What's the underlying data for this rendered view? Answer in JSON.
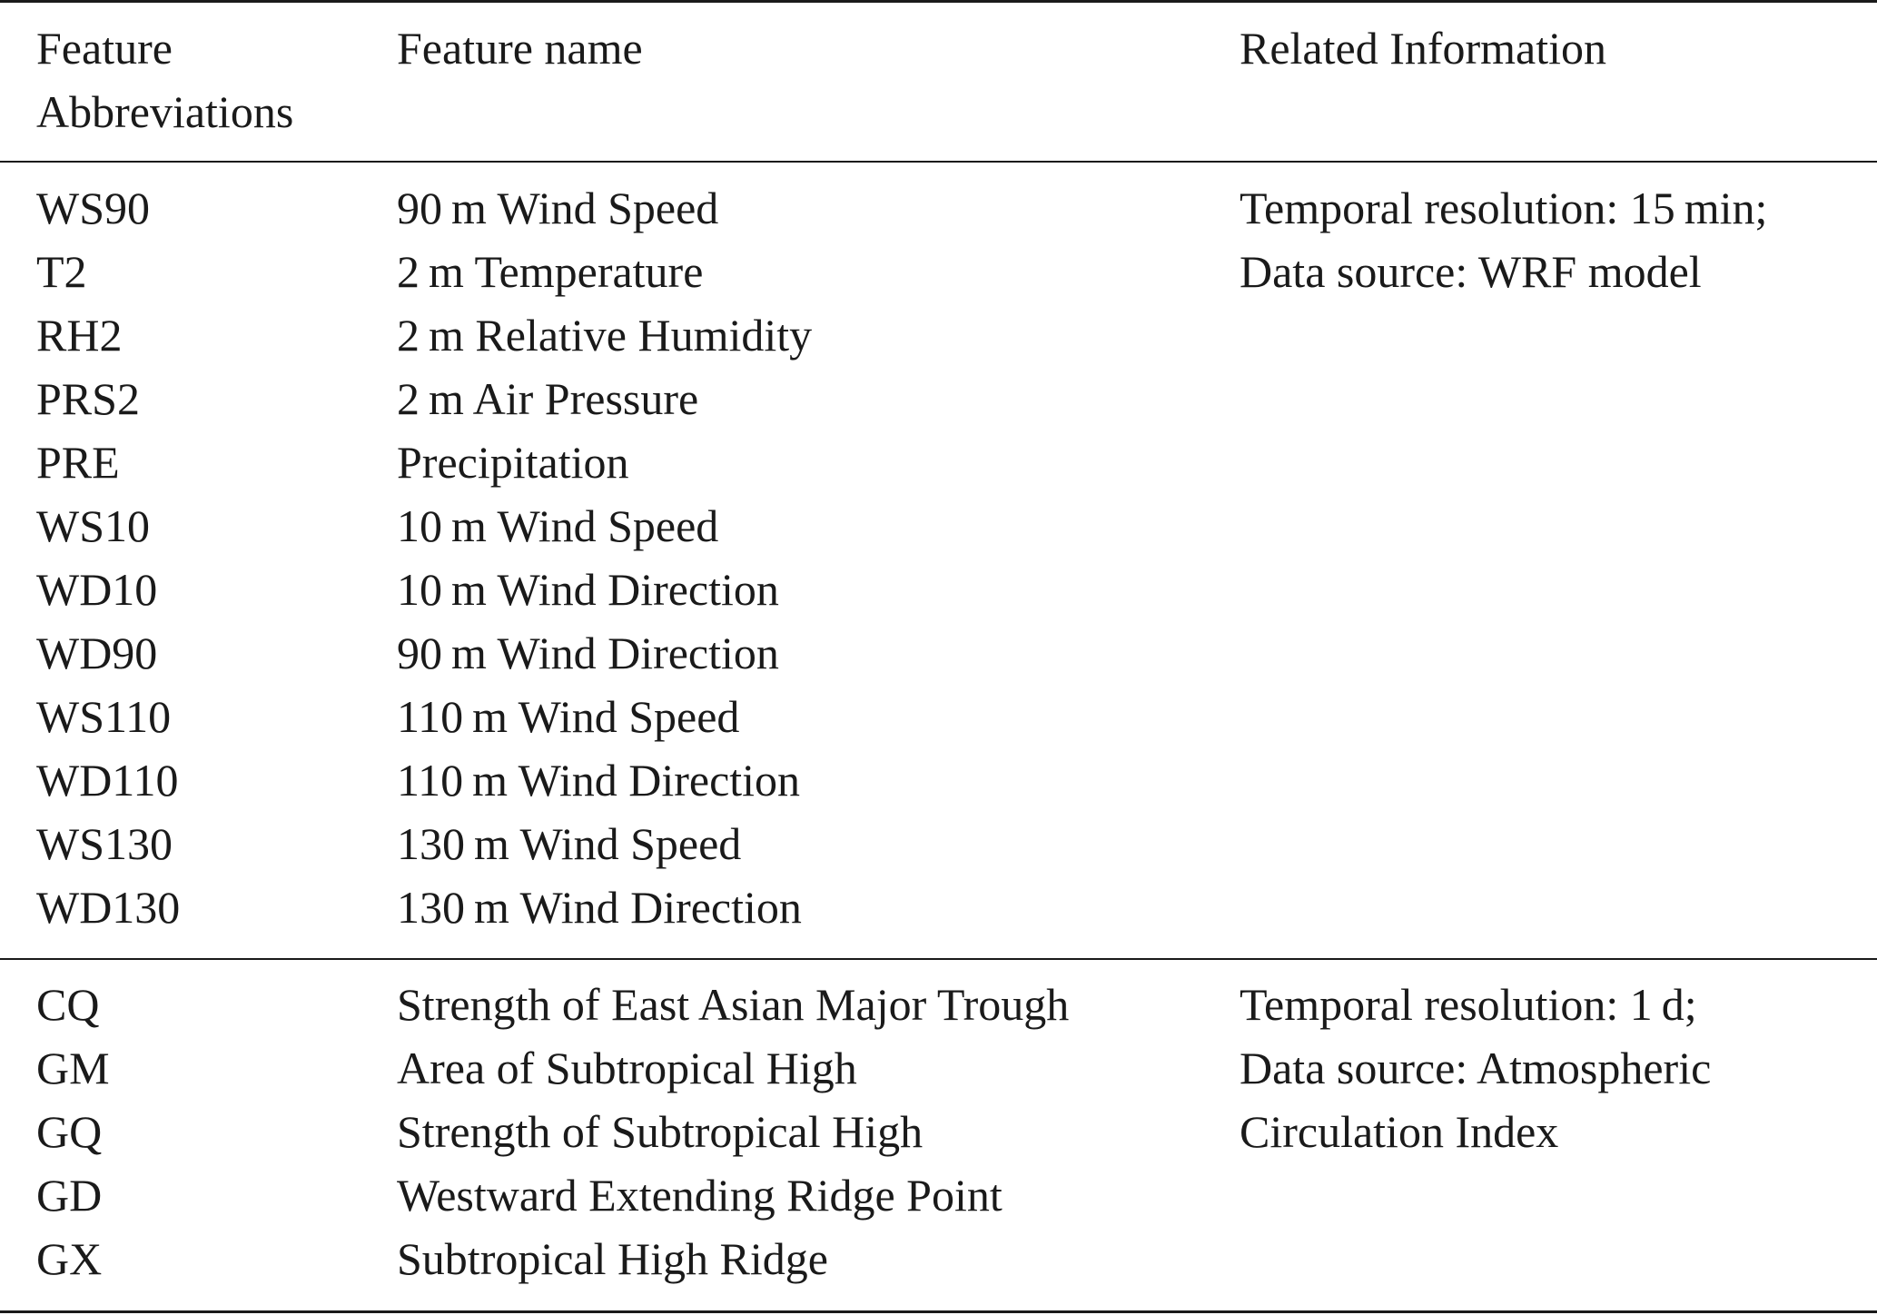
{
  "header": {
    "col1": "Feature Abbreviations",
    "col1_line1": "Feature",
    "col1_line2": "Abbreviations",
    "col2": "Feature name",
    "col3": "Related Information"
  },
  "groups": [
    {
      "rows": [
        {
          "abbr": "WS90",
          "name": "90 m Wind Speed"
        },
        {
          "abbr": "T2",
          "name": "2 m Temperature"
        },
        {
          "abbr": "RH2",
          "name": "2 m Relative Humidity"
        },
        {
          "abbr": "PRS2",
          "name": "2 m Air Pressure"
        },
        {
          "abbr": "PRE",
          "name": "Precipitation"
        },
        {
          "abbr": "WS10",
          "name": "10 m Wind Speed"
        },
        {
          "abbr": "WD10",
          "name": "10 m Wind Direction"
        },
        {
          "abbr": "WD90",
          "name": "90 m Wind Direction"
        },
        {
          "abbr": "WS110",
          "name": "110 m Wind Speed"
        },
        {
          "abbr": "WD110",
          "name": "110 m Wind Direction"
        },
        {
          "abbr": "WS130",
          "name": "130 m Wind Speed"
        },
        {
          "abbr": "WD130",
          "name": "130 m Wind Direction"
        }
      ],
      "info": [
        "Temporal resolution: 15 min;",
        "Data source: WRF model"
      ]
    },
    {
      "rows": [
        {
          "abbr": "CQ",
          "name": "Strength of East Asian Major Trough"
        },
        {
          "abbr": "GM",
          "name": "Area of Subtropical High"
        },
        {
          "abbr": "GQ",
          "name": "Strength of Subtropical High"
        },
        {
          "abbr": "GD",
          "name": "Westward Extending Ridge Point"
        },
        {
          "abbr": "GX",
          "name": "Subtropical High Ridge"
        }
      ],
      "info": [
        "Temporal resolution: 1 d;",
        "Data source: Atmospheric",
        "Circulation Index"
      ]
    }
  ]
}
